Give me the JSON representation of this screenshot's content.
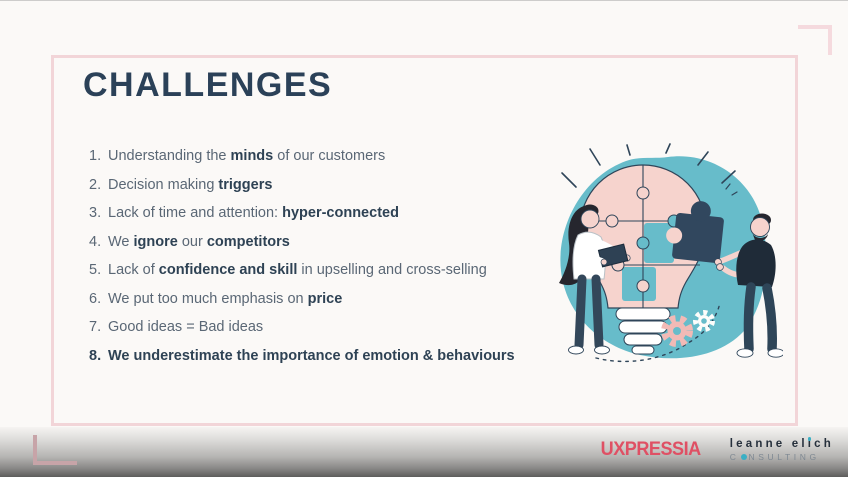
{
  "slide": {
    "title": "CHALLENGES"
  },
  "challenges": {
    "items": [
      {
        "n": "1.",
        "segments": [
          {
            "t": "Understanding the ",
            "b": false
          },
          {
            "t": "minds",
            "b": true
          },
          {
            "t": " of our customers",
            "b": false
          }
        ]
      },
      {
        "n": "2.",
        "segments": [
          {
            "t": "Decision making ",
            "b": false
          },
          {
            "t": "triggers",
            "b": true
          }
        ]
      },
      {
        "n": "3.",
        "segments": [
          {
            "t": "Lack of time and attention: ",
            "b": false
          },
          {
            "t": "hyper-connected",
            "b": true
          }
        ]
      },
      {
        "n": "4.",
        "segments": [
          {
            "t": "We ",
            "b": false
          },
          {
            "t": "ignore",
            "b": true
          },
          {
            "t": " our ",
            "b": false
          },
          {
            "t": "competitors",
            "b": true
          }
        ]
      },
      {
        "n": "5.",
        "segments": [
          {
            "t": "Lack of ",
            "b": false
          },
          {
            "t": "confidence and skill",
            "b": true
          },
          {
            "t": " in upselling and cross-selling",
            "b": false
          }
        ]
      },
      {
        "n": "6.",
        "segments": [
          {
            "t": "We put too much emphasis on ",
            "b": false
          },
          {
            "t": "price",
            "b": true
          }
        ]
      },
      {
        "n": "7.",
        "segments": [
          {
            "t": "Good ideas = Bad ideas",
            "b": false
          }
        ]
      },
      {
        "n": "8.",
        "segments": [
          {
            "t": "We underestimate the importance of emotion & behaviours",
            "b": true
          }
        ]
      }
    ]
  },
  "footer": {
    "uxpressia": "UXPRESSIA",
    "lec_name": "leanne elich",
    "lec_sub_c": "C",
    "lec_sub_rest": "NSULTING"
  },
  "illustration": {
    "description": "Two people assembling a lightbulb made of puzzle pieces on a teal blob, with gears and light rays"
  },
  "colors": {
    "frame_pink": "#f2d5d8",
    "title_navy": "#2b4158",
    "text": "#5a6775",
    "text_bold": "#2e4254",
    "teal": "#67bcca",
    "bulb_pink": "#f6d3cd",
    "puzzle_navy": "#31475e",
    "gear_pink": "#f2bab6",
    "logo_pink": "#df5064",
    "logo_teal": "#3aafc4"
  }
}
